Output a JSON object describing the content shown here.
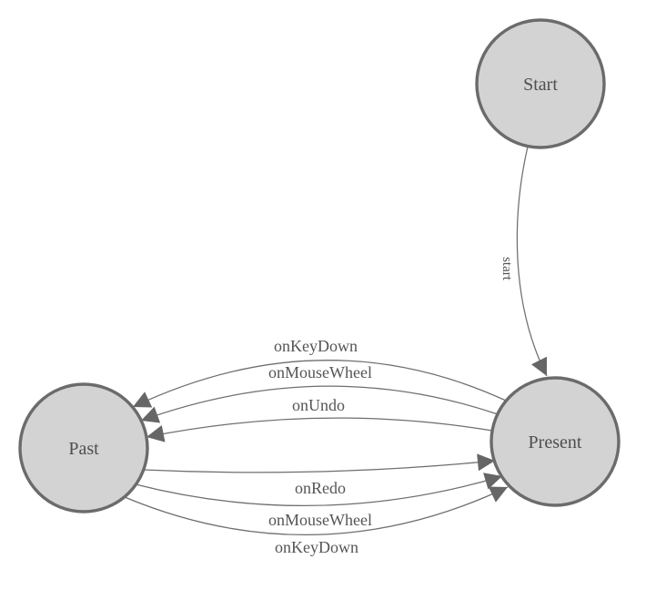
{
  "diagram": {
    "type": "state-machine",
    "colors": {
      "background": "#ffffff",
      "node_fill": "#d3d3d3",
      "node_stroke": "#6b6b6b",
      "edge_stroke": "#6e6e6e",
      "arrowhead_fill": "#666666",
      "label_text": "#555555"
    },
    "nodes": [
      {
        "id": "start",
        "label": "Start"
      },
      {
        "id": "present",
        "label": "Present"
      },
      {
        "id": "past",
        "label": "Past"
      }
    ],
    "edges": [
      {
        "from": "Start",
        "to": "Present",
        "label": "start"
      },
      {
        "from": "Present",
        "to": "Past",
        "label": "onKeyDown"
      },
      {
        "from": "Present",
        "to": "Past",
        "label": "onMouseWheel"
      },
      {
        "from": "Present",
        "to": "Past",
        "label": "onUndo"
      },
      {
        "from": "Past",
        "to": "Present",
        "label": "onRedo"
      },
      {
        "from": "Past",
        "to": "Present",
        "label": "onMouseWheel"
      },
      {
        "from": "Past",
        "to": "Present",
        "label": "onKeyDown"
      }
    ]
  }
}
